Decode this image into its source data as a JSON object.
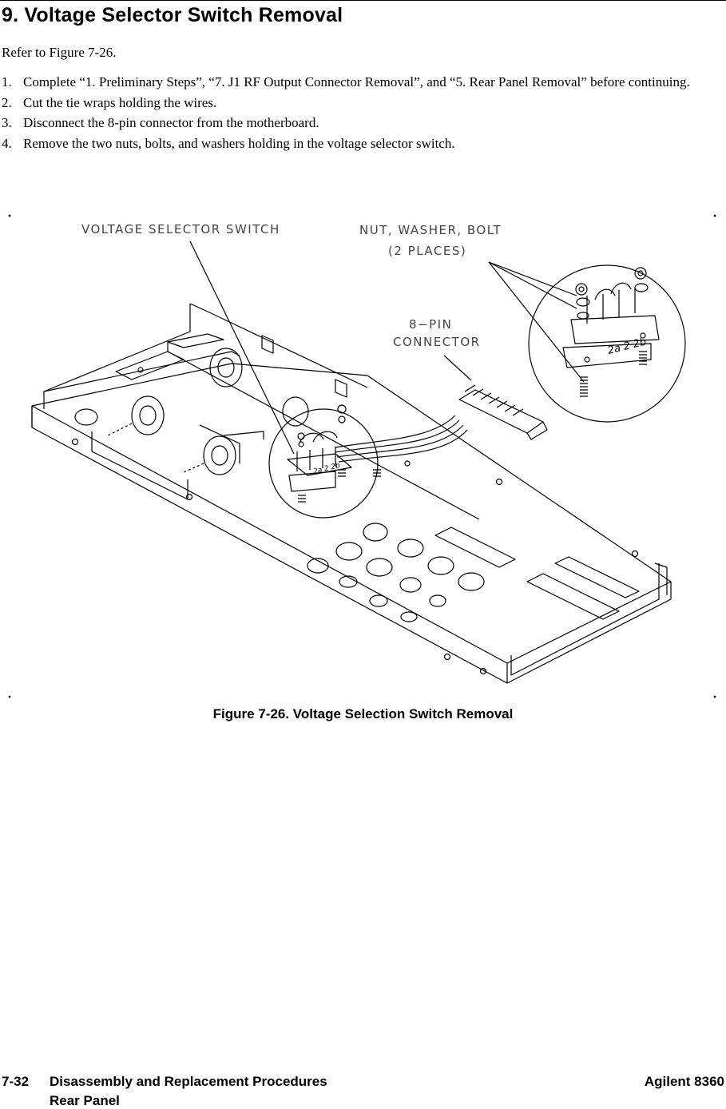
{
  "document": {
    "section_title": "9. Voltage Selector Switch Removal",
    "intro": "Refer to Figure 7-26.",
    "steps": [
      {
        "number": "1.",
        "text": "Complete “1. Preliminary Steps”, “7. J1 RF Output Connector Removal”, and “5. Rear Panel Removal” before continuing."
      },
      {
        "number": "2.",
        "text": "Cut the tie wraps holding the wires."
      },
      {
        "number": "3.",
        "text": "Disconnect the 8-pin connector from the motherboard."
      },
      {
        "number": "4.",
        "text": "Remove the two nuts, bolts, and washers holding in the voltage selector switch."
      }
    ],
    "figure": {
      "caption": "Figure 7-26. Voltage Selection Switch Removal",
      "labels": {
        "switch": "VOLTAGE SELECTOR SWITCH",
        "hardware_line1": "NUT, WASHER, BOLT",
        "hardware_line2": "(2 PLACES)",
        "connector_line1": "8−PIN",
        "connector_line2": "CONNECTOR",
        "switch_marking": "2a 2 2b",
        "switch_marking_small": "2a 2 2b"
      }
    },
    "footer": {
      "page_number": "7-32",
      "section": "Disassembly and Replacement Procedures",
      "subsection": "Rear Panel",
      "brand": "Agilent 8360"
    }
  }
}
